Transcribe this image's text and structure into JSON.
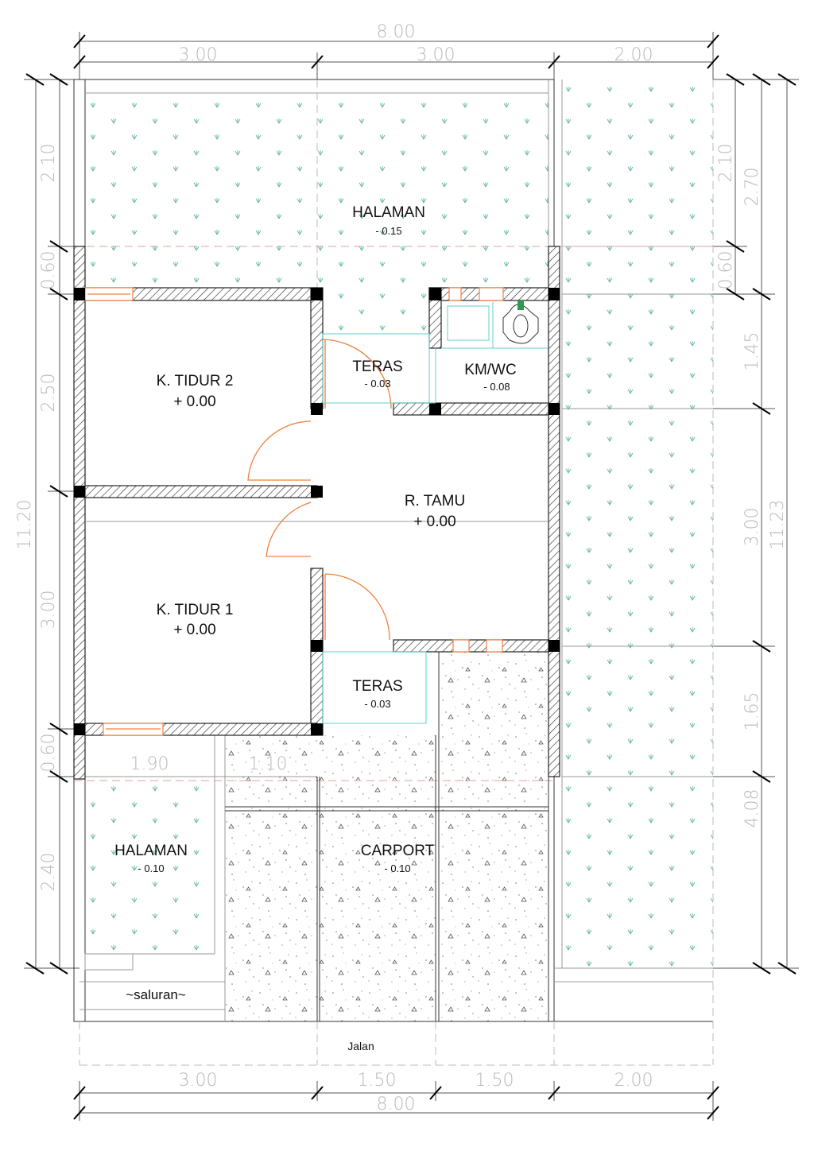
{
  "top_dimensions": {
    "total": "8.00",
    "segments": [
      "3.00",
      "3.00",
      "2.00"
    ]
  },
  "bottom_dimensions": {
    "total": "8.00",
    "segments": [
      "3.00",
      "1.50",
      "1.50",
      "2.00"
    ]
  },
  "left_dimensions": {
    "total": "11.20",
    "segments": [
      "2.10",
      "0.60",
      "2.50",
      "3.00",
      "0.60",
      "2.40"
    ]
  },
  "right_dimensions": {
    "total": "11.23",
    "inner": [
      "2.10",
      "0.60"
    ],
    "outer": [
      "2.70",
      "1.45",
      "3.00",
      "1.65",
      "4.08"
    ]
  },
  "inner_dimensions": [
    "1.90",
    "1.10"
  ],
  "rooms": {
    "halaman_back": {
      "name": "HALAMAN",
      "level": "- 0.15"
    },
    "teras_top": {
      "name": "TERAS",
      "level": "- 0.03"
    },
    "km_wc": {
      "name": "KM/WC",
      "level": "- 0.08"
    },
    "tidur_2": {
      "name": "K. TIDUR 2",
      "level": "+ 0.00"
    },
    "r_tamu": {
      "name": "R. TAMU",
      "level": "+ 0.00"
    },
    "tidur_1": {
      "name": "K. TIDUR 1",
      "level": "+ 0.00"
    },
    "teras_front": {
      "name": "TERAS",
      "level": "- 0.03"
    },
    "halaman_front": {
      "name": "HALAMAN",
      "level": "- 0.10"
    },
    "carport": {
      "name": "CARPORT",
      "level": "- 0.10"
    }
  },
  "saluran": "~saluran~",
  "jalan": "Jalan",
  "colors": {
    "wall_hatch": "#222222",
    "door_window": "#f08040",
    "grass": "#5fb89a",
    "floor_line": "#5fd0cc",
    "dimension_text": "#b8b8b8"
  }
}
